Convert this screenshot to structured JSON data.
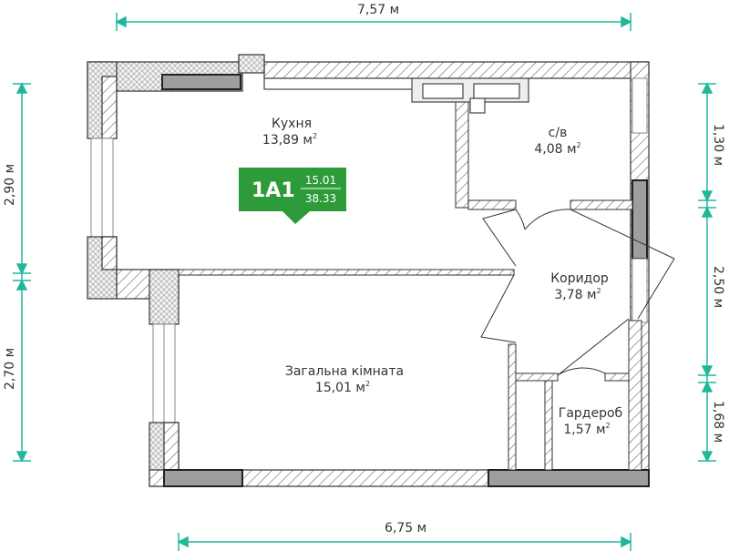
{
  "colors": {
    "accent": "#1fb89a",
    "badge": "#2e9b3a",
    "wall_hatch": "#555555",
    "wall_dark": "#9e9e9e",
    "text": "#333333"
  },
  "dimensions": {
    "top": "7,57 м",
    "bottom": "6,75 м",
    "left_upper": "2,90 м",
    "left_lower": "2,70 м",
    "right_upper": "1,30 м",
    "right_middle": "2,50 м",
    "right_lower": "1,68 м"
  },
  "badge": {
    "code": "1A1",
    "living_area": "15.01",
    "total_area": "38.33"
  },
  "rooms": {
    "kitchen": {
      "name": "Кухня",
      "area": "13,89 м",
      "unit_sup": "2"
    },
    "bathroom": {
      "name": "с/в",
      "area": "4,08 м",
      "unit_sup": "2"
    },
    "corridor": {
      "name": "Коридор",
      "area": "3,78 м",
      "unit_sup": "2"
    },
    "living": {
      "name": "Загальна кімната",
      "area": "15,01 м",
      "unit_sup": "2"
    },
    "wardrobe": {
      "name": "Гардероб",
      "area": "1,57 м",
      "unit_sup": "2"
    }
  }
}
